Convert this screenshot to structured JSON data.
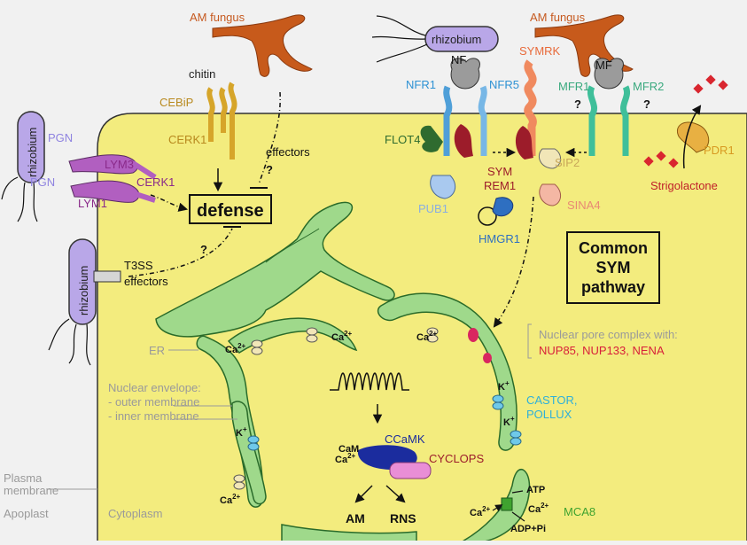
{
  "labels": {
    "am_fungus_left": "AM fungus",
    "am_fungus_right": "AM fungus",
    "rhizobium_top": "rhizobium",
    "rhizobium_left": "rhizobium",
    "rhizobium_lower": "rhizobium",
    "chitin": "chitin",
    "cebip": "CEBiP",
    "cerk1_top": "CERK1",
    "effectors_top": "effectors",
    "q_effectors": "?",
    "pgn_top": "PGN",
    "pgn_bottom": "PGN",
    "lym3": "LYM3",
    "lym1": "LYM1",
    "cerk1_left": "CERK1",
    "defense": "defense",
    "q_defense": "?",
    "t3ss": "T3SS",
    "effectors_lower": "effectors",
    "nf": "NF",
    "nfr1": "NFR1",
    "nfr5": "NFR5",
    "symrk": "SYMRK",
    "mf": "MF",
    "mfr1": "MFR1",
    "mfr2": "MFR2",
    "q_mfr1": "?",
    "q_mfr2": "?",
    "flot4": "FLOT4",
    "sym": "SYM",
    "rem1": "REM1",
    "sip2": "SIP2",
    "pdr1": "PDR1",
    "strigolactone": "Strigolactone",
    "pub1": "PUB1",
    "sina4": "SINA4",
    "hmgr1": "HMGR1",
    "common_sym_1": "Common",
    "common_sym_2": "SYM",
    "common_sym_3": "pathway",
    "er": "ER",
    "ca1": "Ca",
    "ca2": "Ca",
    "ca3": "Ca",
    "ca4": "Ca",
    "ca5": "Ca",
    "ca6": "Ca",
    "ca7": "Ca",
    "ca_sup": "2+",
    "k1": "K",
    "k2": "K",
    "k3": "K",
    "k_sup": "+",
    "npc_title": "Nuclear pore complex with:",
    "npc_list": "NUP85, NUP133, NENA",
    "castor": "CASTOR,",
    "pollux": "POLLUX",
    "nuc_env_title": "Nuclear envelope:",
    "outer_membrane": "- outer membrane",
    "inner_membrane": "- inner membrane",
    "cam": "CaM",
    "ccamk": "CCaMK",
    "cyclops": "CYCLOPS",
    "am": "AM",
    "rns": "RNS",
    "plasma_1": "Plasma",
    "plasma_2": "membrane",
    "apoplast": "Apoplast",
    "cytoplasm": "Cytoplasm",
    "atp": "ATP",
    "adp": "ADP+Pi",
    "mca8": "MCA8"
  },
  "colors": {
    "apoplast": "#f1f1f1",
    "cytoplasm": "#f3ec7e",
    "er": "#9fd98b",
    "er_stroke": "#2a6b2a",
    "am_fungus": "#c75a1b",
    "cebip": "#d6a52a",
    "rhizobium": "#b9a7e8",
    "lym": "#b15fc0",
    "nfr1": "#4f9fd8",
    "nfr5": "#77b7e6",
    "symrk": "#f08a5f",
    "mfr": "#3fbf9a",
    "flot4": "#2f6b2f",
    "sym_rem1": "#9c1c2a",
    "sip2": "#f1e6b7",
    "pub1": "#a9c9ef",
    "sina4": "#f4b7a4",
    "hmgr1": "#2e6fc1",
    "pdr1": "#e8b042",
    "strigolactone": "#d9262f",
    "ccamk": "#1b2c9e",
    "cyclops": "#e98ed6",
    "castor": "#6fc9e9",
    "mca8": "#3fa32f",
    "npc": "#d92660",
    "grey_text": "#9a9a9a",
    "label_orange": "#c65a20",
    "label_blue": "#2f92d4",
    "label_green": "#3aa97e",
    "label_red": "#d8203a",
    "label_purple": "#7d5fd0"
  },
  "icons": [
    "am-fungus-icon",
    "rhizobium-icon",
    "receptor-icon",
    "calcium-channel-icon",
    "potassium-channel-icon",
    "strigolactone-molecule-icon",
    "nuclear-pore-icon"
  ]
}
